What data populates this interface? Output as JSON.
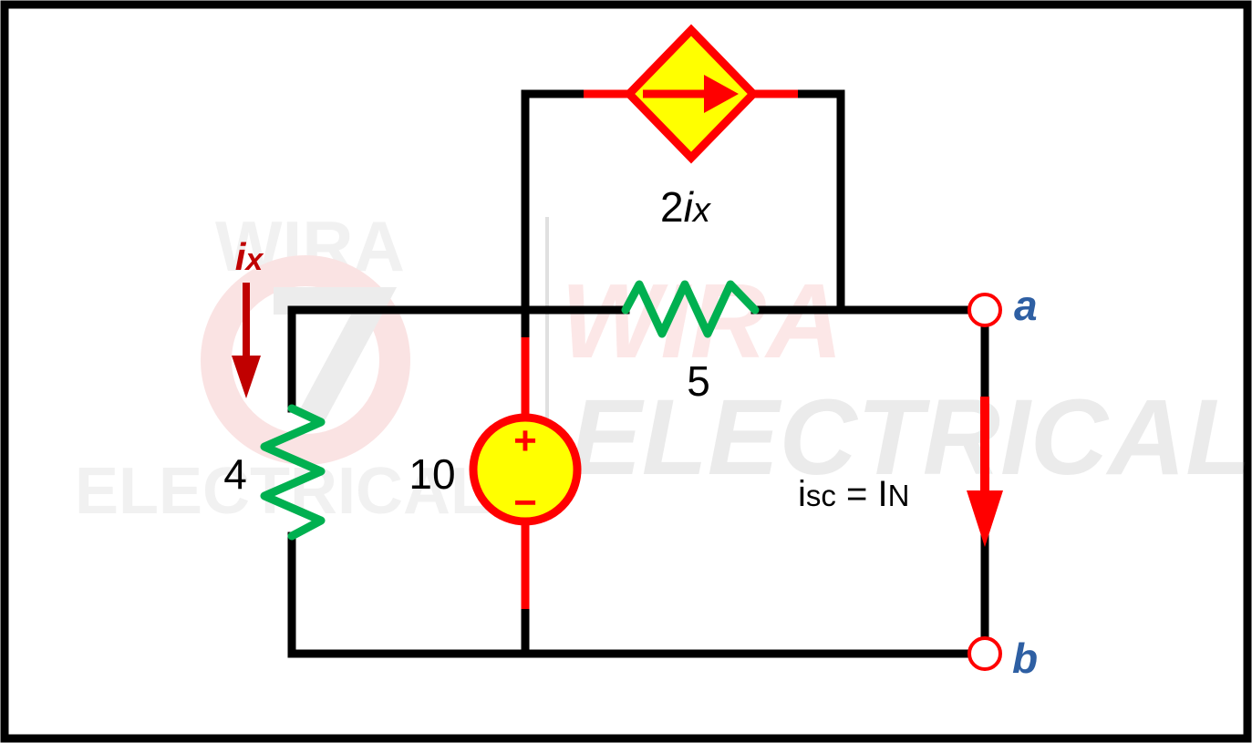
{
  "watermark": {
    "logo_top": "WIRA",
    "logo_bottom": "ELECTRICAL",
    "center_top": "WIRA",
    "center_bottom": "ELECTRICAL"
  },
  "labels": {
    "dependent_source": {
      "coef": "2",
      "var": "i",
      "sub": "x"
    },
    "ix": {
      "main": "i",
      "sub": "x"
    },
    "r1": "4",
    "r2": "5",
    "vs": "10",
    "vs_plus": "+",
    "vs_minus": "−",
    "isc": {
      "i": "i",
      "sc": "sc",
      "eq": " = ",
      "I": "I",
      "N": "N"
    },
    "terminal_a": "a",
    "terminal_b": "b"
  },
  "colors": {
    "wire": "#000000",
    "source_wire": "#ff0000",
    "resistor": "#00b050",
    "source_fill": "#ffff00",
    "source_stroke": "#ff0000",
    "arrow_ix": "#c00000",
    "arrow_isc": "#ff0000",
    "terminal_label": "#2e5fa3",
    "label_dark": "#000000"
  }
}
